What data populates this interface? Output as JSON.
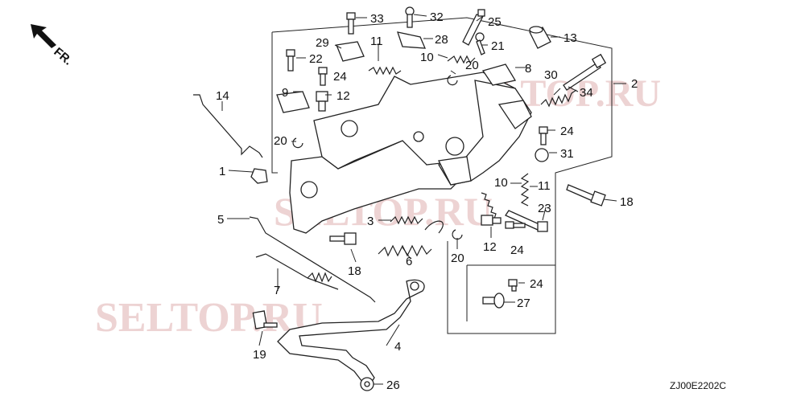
{
  "diagram": {
    "code": "ZJ00E2202C",
    "direction_label": "FR.",
    "watermark": "SELTOP.RU",
    "labels": [
      "1",
      "2",
      "3",
      "4",
      "5",
      "6",
      "7",
      "8",
      "9",
      "10",
      "10",
      "11",
      "11",
      "12",
      "12",
      "13",
      "14",
      "18",
      "18",
      "19",
      "20",
      "20",
      "20",
      "21",
      "22",
      "23",
      "24",
      "24",
      "24",
      "24",
      "25",
      "26",
      "27",
      "28",
      "29",
      "30",
      "31",
      "32",
      "33",
      "34"
    ]
  }
}
